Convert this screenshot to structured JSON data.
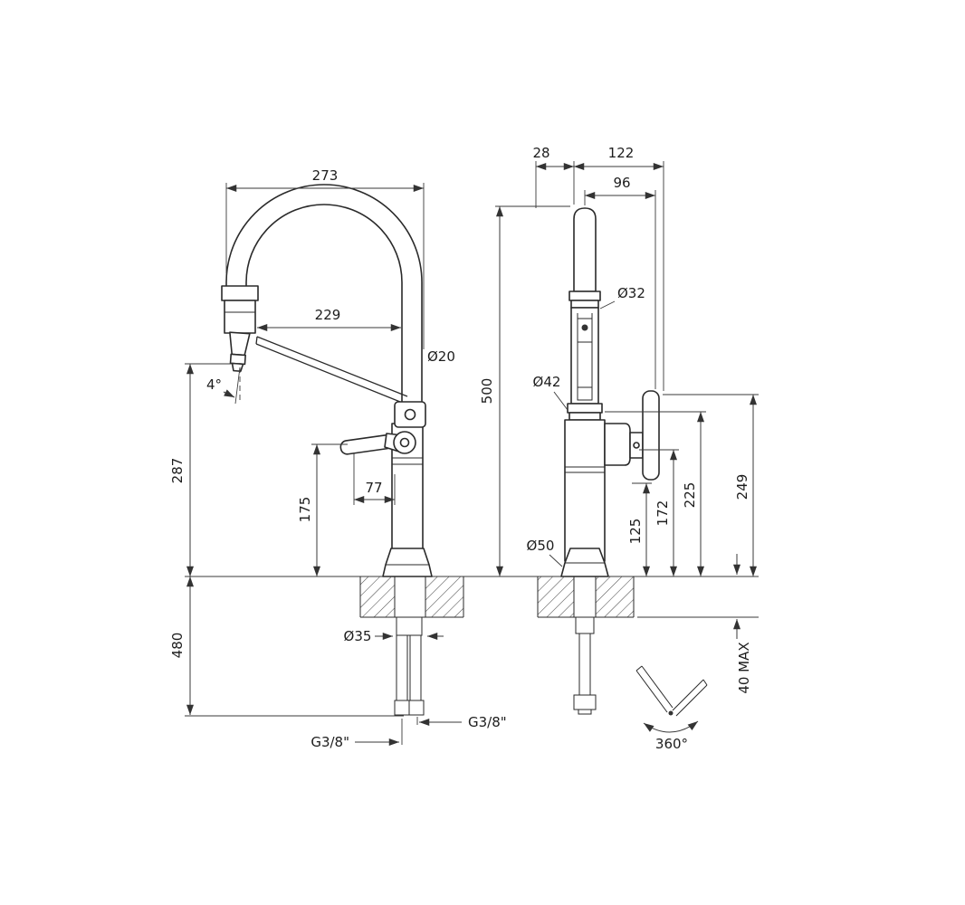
{
  "drawing": {
    "background": "#ffffff",
    "line_color": "#2a2a2a",
    "dim_color": "#3a3a3a",
    "views": {
      "side": {
        "dims": {
          "d273": "273",
          "d229": "229",
          "d20": "Ø20",
          "d4": "4°",
          "d287": "287",
          "d77": "77",
          "d175": "175",
          "d480": "480",
          "d35": "Ø35",
          "g38_right": "G3/8\"",
          "g38_left": "G3/8\""
        }
      },
      "front": {
        "dims": {
          "d28": "28",
          "d122": "122",
          "d96": "96",
          "d32": "Ø32",
          "d42": "Ø42",
          "d500": "500",
          "d125": "125",
          "d172": "172",
          "d225": "225",
          "d249": "249",
          "d50": "Ø50",
          "d40max": "40 MAX",
          "d360": "360°"
        }
      }
    }
  }
}
